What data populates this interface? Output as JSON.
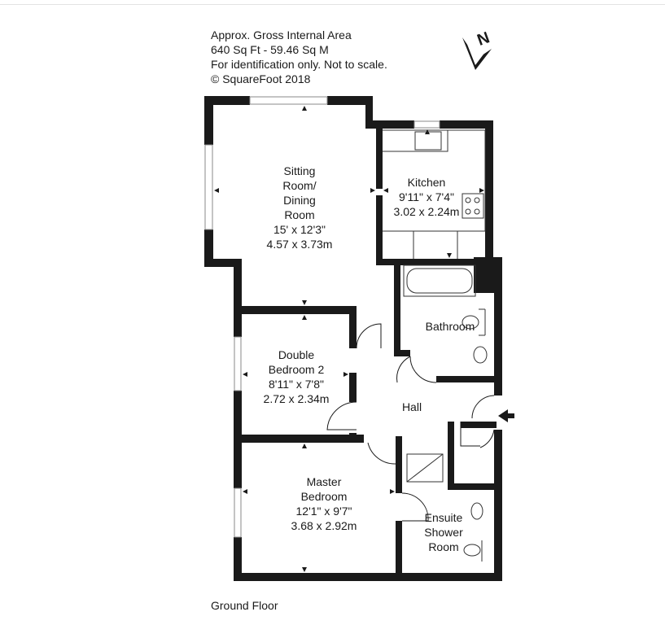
{
  "info": {
    "line1": "Approx. Gross Internal Area",
    "line2": "640 Sq Ft  -  59.46 Sq M",
    "line3": "For identification only. Not to scale.",
    "line4": "© SquareFoot 2018"
  },
  "compass": {
    "letter": "N"
  },
  "rooms": {
    "sitting": {
      "l1": "Sitting",
      "l2": "Room/",
      "l3": "Dining",
      "l4": "Room",
      "imp": "15' x 12'3\"",
      "met": "4.57 x 3.73m"
    },
    "kitchen": {
      "l1": "Kitchen",
      "imp": "9'11\" x 7'4\"",
      "met": "3.02 x 2.24m"
    },
    "bathroom": {
      "l1": "Bathroom"
    },
    "bedroom2": {
      "l1": "Double",
      "l2": "Bedroom 2",
      "imp": "8'11\" x 7'8\"",
      "met": "2.72 x 2.34m"
    },
    "hall": {
      "l1": "Hall"
    },
    "master": {
      "l1": "Master",
      "l2": "Bedroom",
      "imp": "12'1\" x 9'7\"",
      "met": "3.68 x 2.92m"
    },
    "ensuite": {
      "l1": "Ensuite",
      "l2": "Shower",
      "l3": "Room"
    }
  },
  "floor_label": "Ground Floor"
}
